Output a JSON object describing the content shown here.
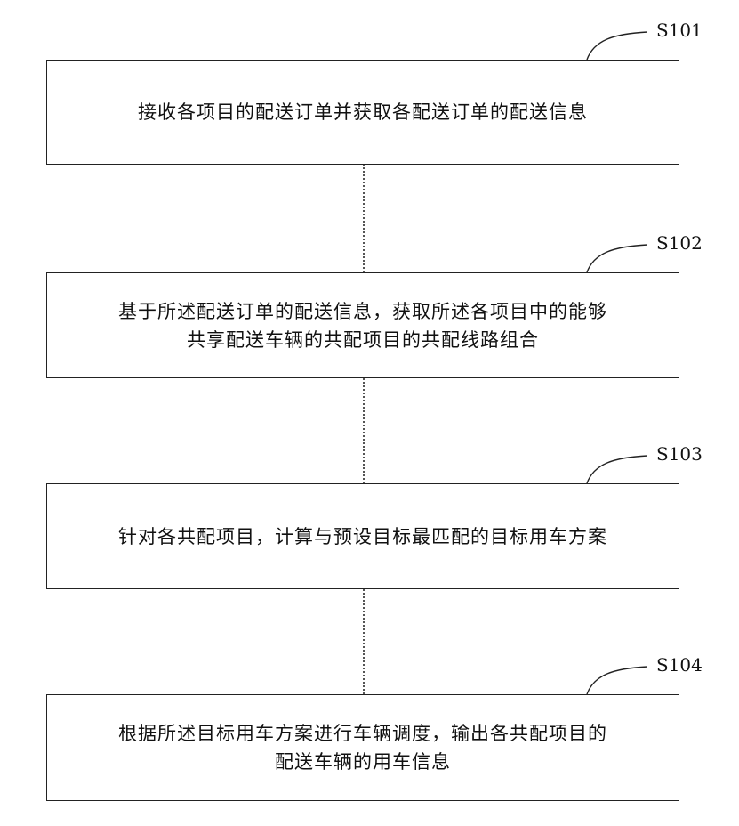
{
  "steps": [
    {
      "label": "S101",
      "text": "接收各项目的配送订单并获取各配送订单的配送信息"
    },
    {
      "label": "S102",
      "text": "基于所述配送订单的配送信息，获取所述各项目中的能够\n共享配送车辆的共配项目的共配线路组合"
    },
    {
      "label": "S103",
      "text": "针对各共配项目，计算与预设目标最匹配的目标用车方案"
    },
    {
      "label": "S104",
      "text": "根据所述目标用车方案进行车辆调度，输出各共配项目的\n配送车辆的用车信息"
    }
  ]
}
